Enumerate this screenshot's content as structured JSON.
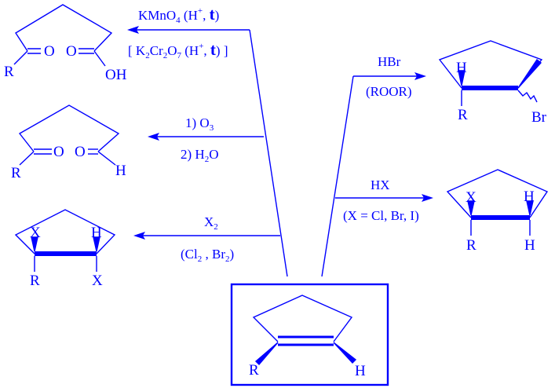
{
  "colors": {
    "ink": "#0000ff",
    "background": "#ffffff"
  },
  "reactions": {
    "oxidation": {
      "line1": {
        "pre": "KMnO",
        "sub1": "4",
        "mid": " (H",
        "sup1": "+",
        "comma": ", ",
        "t": "t",
        "post": ")"
      },
      "line2": {
        "pre": "[ K",
        "sub1": "2",
        "a": "Cr",
        "sub2": "2",
        "b": "O",
        "sub3": "7",
        "c": " (H",
        "sup1": "+",
        "comma": ", ",
        "t": "t",
        "post": ") ]"
      }
    },
    "ozonolysis": {
      "step1": {
        "pre": "1)  O",
        "sub1": "3"
      },
      "step2": {
        "pre": "2)  H",
        "sub1": "2",
        "post": "O"
      }
    },
    "halogenation": {
      "reagent": {
        "pre": "X",
        "sub1": "2"
      },
      "examples": {
        "pre": "(Cl",
        "sub1": "2",
        "mid": " , Br",
        "sub2": "2",
        "post": ")"
      }
    },
    "hbr_peroxide": {
      "reagent": "HBr",
      "condition": "(ROOR)"
    },
    "hx_addition": {
      "reagent": "HX",
      "condition": "(X = Cl, Br, I)"
    }
  },
  "atoms": {
    "diacid": {
      "r": "R",
      "o1": "O",
      "o2": "O",
      "oh": "OH"
    },
    "dialdehyde": {
      "r": "R",
      "o1": "O",
      "o2": "O",
      "h": "H"
    },
    "dihalide": {
      "x1": "X",
      "h1": "H",
      "r": "R",
      "x2": "X"
    },
    "bromide": {
      "h": "H",
      "r": "R",
      "br": "Br"
    },
    "halide": {
      "x": "X",
      "h1": "H",
      "r": "R",
      "h2": "H"
    },
    "alkene": {
      "r": "R",
      "h": "H"
    }
  }
}
